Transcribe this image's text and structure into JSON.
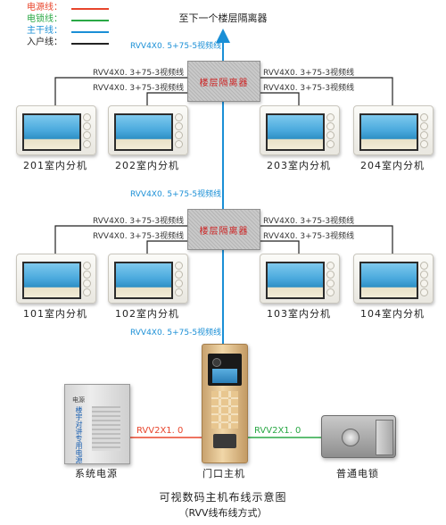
{
  "legend": [
    {
      "label": "电源线：",
      "color": "#e8452c"
    },
    {
      "label": "电锁线：",
      "color": "#2aa845"
    },
    {
      "label": "主干线：",
      "color": "#1a8fd6"
    },
    {
      "label": "入户线：",
      "color": "#222222"
    }
  ],
  "top_label": "至下一个楼层隔离器",
  "isolator_label": "楼层隔离器",
  "trunk_cable": "RVV4X0. 5+75-5视频线",
  "branch_cable": "RVV4X0. 3+75-3视频线",
  "floor2_units": [
    "201室内分机",
    "202室内分机",
    "203室内分机",
    "204室内分机"
  ],
  "floor1_units": [
    "101室内分机",
    "102室内分机",
    "103室内分机",
    "104室内分机"
  ],
  "power_supply": {
    "label": "系统电源",
    "panel_text": "楼宇对讲专用电源",
    "brand_text": "电源"
  },
  "door_station": {
    "label": "门口主机"
  },
  "lock": {
    "label": "普通电锁"
  },
  "power_cable": "RVV2X1. 0",
  "lock_cable": "RVV2X1. 0",
  "caption": {
    "title": "可视数码主机布线示意图",
    "subtitle": "（RVV线布线方式）"
  }
}
